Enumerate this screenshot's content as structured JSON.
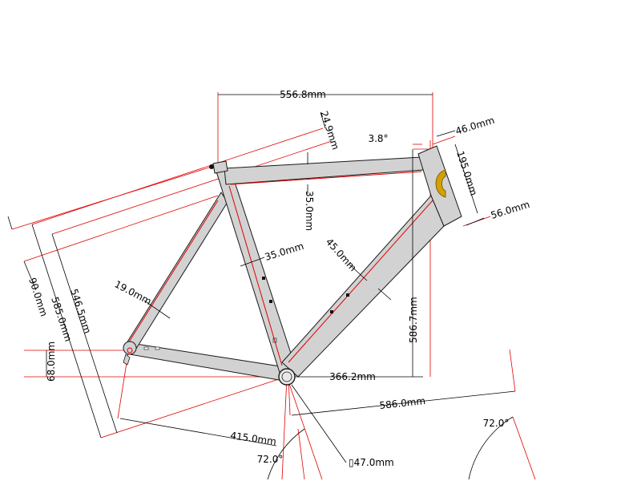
{
  "diagram": {
    "colors": {
      "tube_fill": "#d2d2d2",
      "construction_line": "#e00000",
      "dimension_line": "#000000",
      "head_badge": "#d4a000"
    },
    "dimensions": {
      "top_length": "556.8mm",
      "head_tube_diameter": "24.9mm",
      "head_angle_offset": "3.8°",
      "head_tube_width": "46.0mm",
      "head_tube_length": "195.0mm",
      "head_tube_lower": "56.0mm",
      "top_tube_diameter": "35.0mm",
      "seat_tube_diameter": "35.0mm",
      "down_tube_diameter": "45.0mm",
      "seat_stay_diameter": "19.0mm",
      "stack_height": "586.7mm",
      "bb_to_head": "366.2mm",
      "reach": "586.0mm",
      "seat_tube_length_a": "546.5mm",
      "seat_tube_length_b": "585.0mm",
      "seat_tube_length_c": "90.0mm",
      "bb_drop": "68.0mm",
      "chainstay": "415.0mm",
      "bb_shell": "▯47.0mm",
      "seat_angle": "72.0°",
      "head_angle": "72.0°"
    }
  }
}
